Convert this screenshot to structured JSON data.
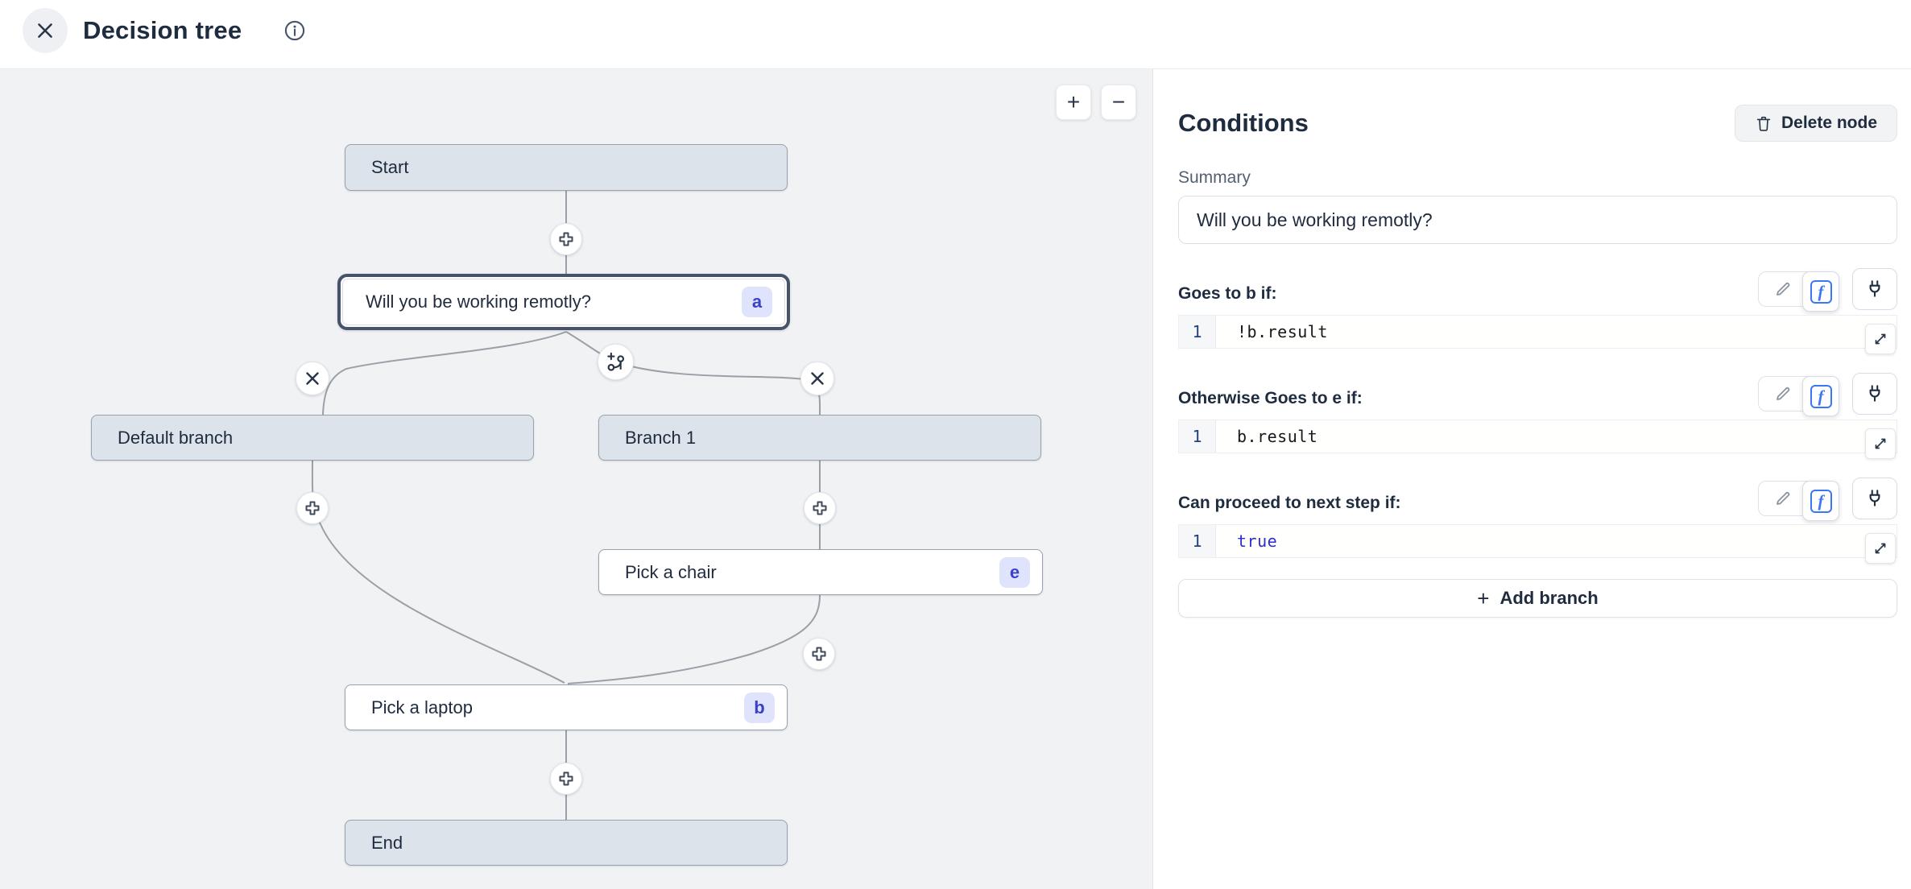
{
  "header": {
    "title": "Decision tree"
  },
  "canvas": {
    "zoom_in": "+",
    "zoom_out": "−",
    "nodes": {
      "start": {
        "label": "Start"
      },
      "question": {
        "label": "Will you be working remotly?",
        "badge": "a"
      },
      "default_branch": {
        "label": "Default branch"
      },
      "branch_1": {
        "label": "Branch 1"
      },
      "pick_chair": {
        "label": "Pick a chair",
        "badge": "e"
      },
      "pick_laptop": {
        "label": "Pick a laptop",
        "badge": "b"
      },
      "end": {
        "label": "End"
      }
    }
  },
  "panel": {
    "title": "Conditions",
    "delete_button": "Delete node",
    "summary_label": "Summary",
    "summary_value": "Will you be working remotly?",
    "sections": [
      {
        "label": "Goes to b if:",
        "line_number": "1",
        "code": "!b.result",
        "code_is_keyword": false
      },
      {
        "label": "Otherwise Goes to e if:",
        "line_number": "1",
        "code": "b.result",
        "code_is_keyword": false
      },
      {
        "label": "Can proceed to next step if:",
        "line_number": "1",
        "code": "true",
        "code_is_keyword": true
      }
    ],
    "add_branch_plus": "+",
    "add_branch_label": "Add branch"
  },
  "colors": {
    "accent_blue": "#3b76f6",
    "code_keyword": "#2d2dd3",
    "badge_bg": "#dfe3fb",
    "badge_text": "#3c3fc9",
    "node_fill": "#dce3eb",
    "canvas_bg": "#f1f2f4"
  }
}
